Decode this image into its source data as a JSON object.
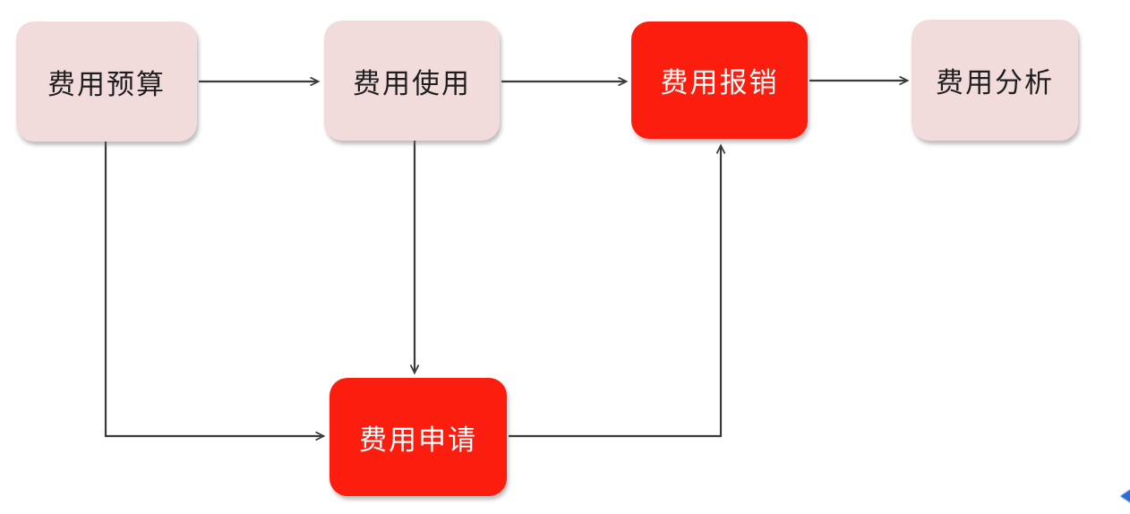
{
  "diagram": {
    "title_semantic": "expense-management-flowchart",
    "background": "#ffffff",
    "colors": {
      "pink_fill": "#f2dcdb",
      "red_fill": "#fb1d0d",
      "pink_text": "#1f1f1f",
      "red_text": "#ffffff",
      "arrow": "#3a3a3a",
      "corner_glyph_blue": "#2f6bd8",
      "canvas_bg": "#ffffff"
    },
    "nodes": [
      {
        "id": "budget",
        "label": "费用预算",
        "variant": "pink"
      },
      {
        "id": "usage",
        "label": "费用使用",
        "variant": "pink"
      },
      {
        "id": "reimburse",
        "label": "费用报销",
        "variant": "red"
      },
      {
        "id": "analysis",
        "label": "费用分析",
        "variant": "pink"
      },
      {
        "id": "apply",
        "label": "费用申请",
        "variant": "red"
      }
    ],
    "edges": [
      {
        "from": "budget",
        "to": "usage",
        "route": "straight-right"
      },
      {
        "from": "usage",
        "to": "reimburse",
        "route": "straight-right"
      },
      {
        "from": "reimburse",
        "to": "analysis",
        "route": "straight-right"
      },
      {
        "from": "budget",
        "to": "apply",
        "route": "down-then-right"
      },
      {
        "from": "usage",
        "to": "apply",
        "route": "straight-down"
      },
      {
        "from": "apply",
        "to": "reimburse",
        "route": "right-then-up"
      }
    ]
  }
}
